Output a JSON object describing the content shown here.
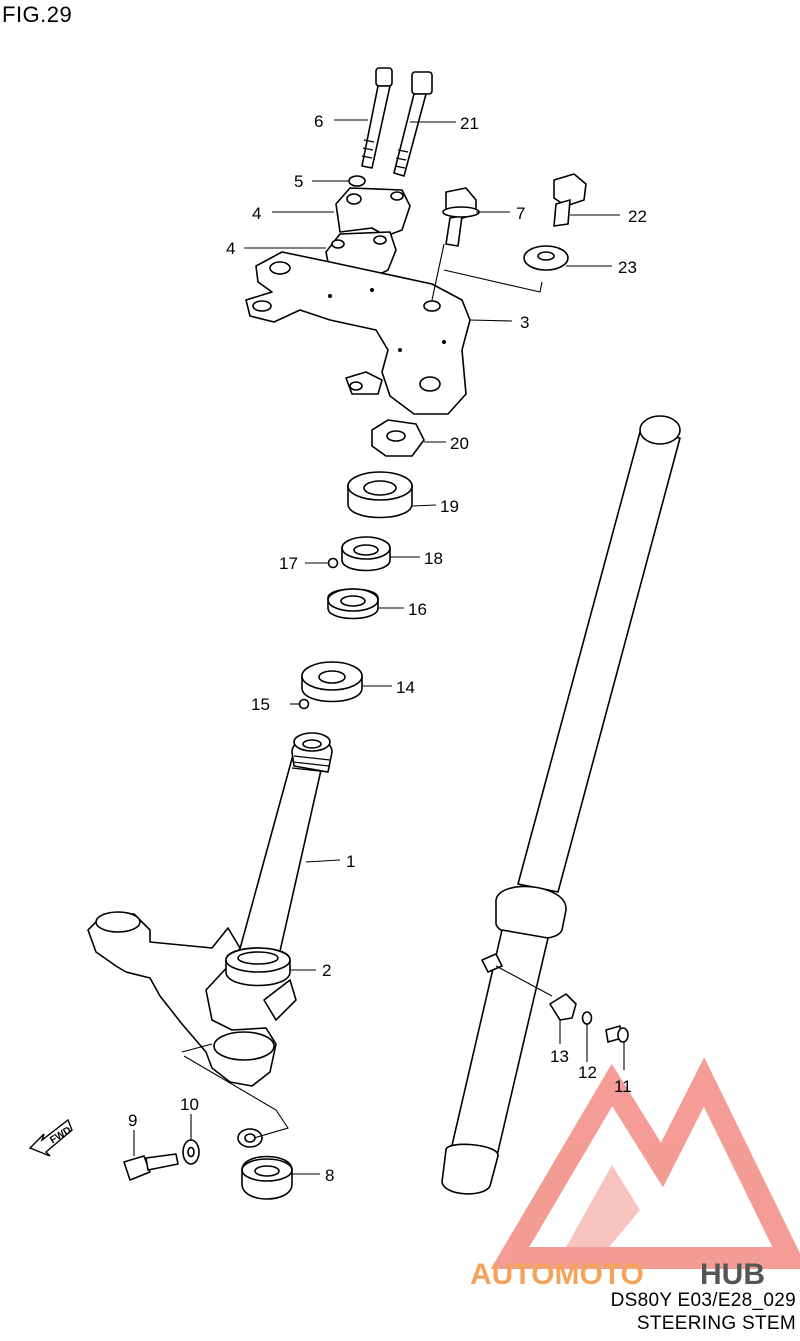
{
  "figure": {
    "title": "FIG.29",
    "model": "DS80Y E03/E28_029",
    "name": "STEERING STEM"
  },
  "watermark": {
    "text_orange": "AUTOMOTO",
    "text_grey": "HUB",
    "color_logo": "#f28b82",
    "color_orange": "#f5a35a",
    "color_grey": "#555555"
  },
  "fwd_badge": "FWD",
  "callouts": [
    "1",
    "2",
    "3",
    "4",
    "4",
    "5",
    "6",
    "7",
    "8",
    "9",
    "10",
    "11",
    "12",
    "13",
    "14",
    "15",
    "16",
    "17",
    "18",
    "19",
    "20",
    "21",
    "22",
    "23"
  ]
}
